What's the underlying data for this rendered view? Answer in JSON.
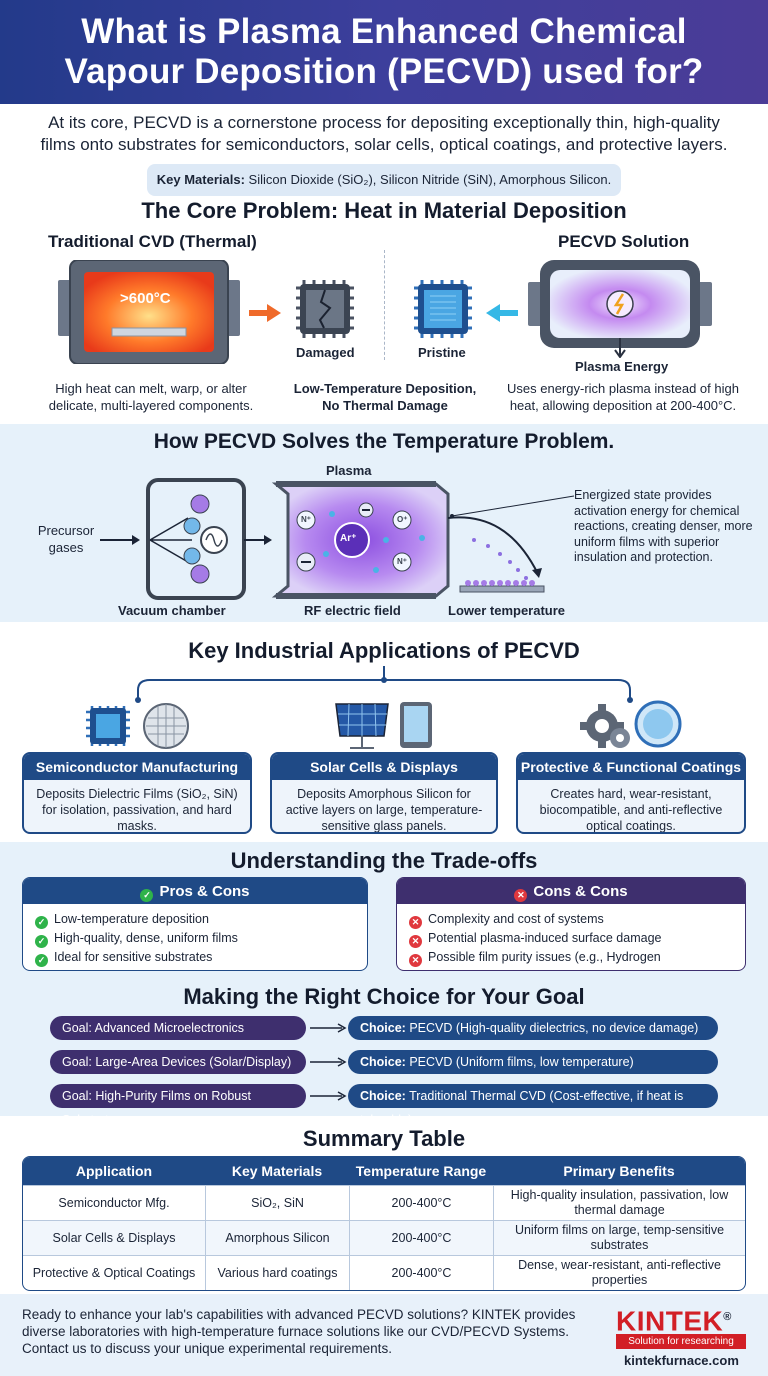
{
  "header": {
    "title_line1": "What is Plasma Enhanced Chemical",
    "title_line2": "Vapour Deposition (PECVD) used for?"
  },
  "intro": {
    "text": "At its core, PECVD is a cornerstone process for depositing exceptionally thin, high-quality films onto substrates for semiconductors, solar cells, optical coatings, and protective layers.",
    "key_label": "Key Materials:",
    "key_value": "Silicon Dioxide (SiO₂), Silicon Nitride (SiN), Amorphous Silicon."
  },
  "core": {
    "title": "The Core Problem: Heat in Material Deposition",
    "left_title": "Traditional CVD (Thermal)",
    "right_title": "PECVD Solution",
    "temp_label": ">600°C",
    "damaged": "Damaged",
    "pristine": "Pristine",
    "plasma_energy": "Plasma Energy",
    "left_caption": "High heat can melt, warp, or alter delicate, multi-layered components.",
    "mid_caption_1": "Low-Temperature Deposition,",
    "mid_caption_2": "No Thermal Damage",
    "right_caption": "Uses energy-rich plasma instead of high heat, allowing deposition at 200-400°C."
  },
  "how": {
    "title": "How PECVD Solves the Temperature Problem.",
    "plasma": "Plasma",
    "precursor_1": "Precursor",
    "precursor_2": "gases",
    "vacuum": "Vacuum chamber",
    "rf": "RF electric field",
    "lower": "Lower temperature",
    "note": "Energized state provides activation energy for chemical reactions, creating denser, more uniform films with superior insulation and protection.",
    "ion_center": "Ar⁺",
    "ion_a": "N⁺",
    "ion_b": "O⁺",
    "ion_c": "N⁺"
  },
  "apps": {
    "title": "Key Industrial Applications of PECVD",
    "cards": [
      {
        "title": "Semiconductor Manufacturing",
        "body": "Deposits Dielectric Films (SiO₂, SiN) for isolation, passivation, and hard masks."
      },
      {
        "title": "Solar Cells & Displays",
        "body": "Deposits Amorphous Silicon for active layers on large, temperature-sensitive glass panels."
      },
      {
        "title": "Protective & Functional Coatings",
        "body": "Creates hard, wear-resistant, biocompatible, and anti-reflective optical coatings."
      }
    ]
  },
  "trade": {
    "title": "Understanding the Trade-offs",
    "pros_title": "Pros & Cons",
    "pros": [
      "Low-temperature deposition",
      "High-quality, dense, uniform films",
      "Ideal for sensitive substrates"
    ],
    "cons_title": "Cons & Cons",
    "cons": [
      "Complexity and cost of systems",
      "Potential plasma-induced surface damage",
      "Possible film purity issues (e.g., Hydrogen incorporation)"
    ],
    "color_pros": "#1f4a86",
    "color_cons": "#3e2f6e"
  },
  "goals": {
    "title": "Making the Right Choice for Your Goal",
    "rows": [
      {
        "goal": "Goal: Advanced Microelectronics",
        "choice_label": "Choice:",
        "choice": "PECVD (High-quality dielectrics, no device damage)"
      },
      {
        "goal": "Goal: Large-Area Devices (Solar/Display)",
        "choice_label": "Choice:",
        "choice": "PECVD (Uniform films, low temperature)"
      },
      {
        "goal": "Goal: High-Purity Films on Robust Substrate",
        "choice_label": "Choice:",
        "choice": "Traditional Thermal CVD (Cost-effective, if heat is tolerable)"
      }
    ]
  },
  "summary": {
    "title": "Summary Table",
    "headers": [
      "Application",
      "Key Materials",
      "Temperature Range",
      "Primary Benefits"
    ],
    "rows": [
      [
        "Semiconductor Mfg.",
        "SiO₂, SiN",
        "200-400°C",
        "High-quality insulation, passivation, low thermal damage"
      ],
      [
        "Solar Cells & Displays",
        "Amorphous Silicon",
        "200-400°C",
        "Uniform films on large, temp-sensitive substrates"
      ],
      [
        "Protective & Optical Coatings",
        "Various hard coatings",
        "200-400°C",
        "Dense, wear-resistant, anti-reflective properties"
      ]
    ]
  },
  "footer": {
    "text": "Ready to enhance your lab's capabilities with advanced PECVD solutions? KINTEK provides diverse laboratories with high-temperature furnace solutions like our CVD/PECVD Systems. Contact us to discuss your unique experimental requirements.",
    "brand": "KINTEK",
    "reg": "®",
    "tagline": "Solution for researching",
    "url": "kintekfurnace.com",
    "brand_color": "#d21f26"
  }
}
